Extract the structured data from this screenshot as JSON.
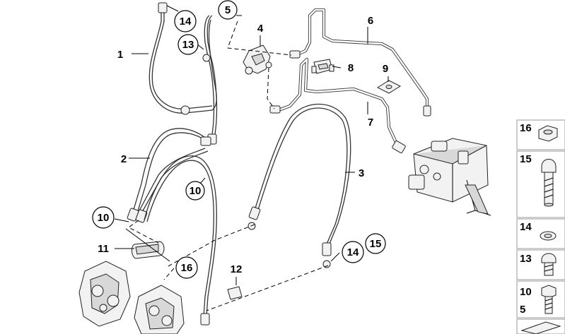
{
  "callouts": [
    {
      "label": "1",
      "circled": false
    },
    {
      "label": "2",
      "circled": false
    },
    {
      "label": "3",
      "circled": false
    },
    {
      "label": "4",
      "circled": false
    },
    {
      "label": "5",
      "circled": true
    },
    {
      "label": "6",
      "circled": false
    },
    {
      "label": "7",
      "circled": false
    },
    {
      "label": "8",
      "circled": false
    },
    {
      "label": "9",
      "circled": false
    },
    {
      "label": "10",
      "circled": true
    },
    {
      "label": "10",
      "circled": true
    },
    {
      "label": "11",
      "circled": false
    },
    {
      "label": "12",
      "circled": false
    },
    {
      "label": "13",
      "circled": true
    },
    {
      "label": "14",
      "circled": true
    },
    {
      "label": "14",
      "circled": true
    },
    {
      "label": "15",
      "circled": true
    },
    {
      "label": "16",
      "circled": true
    }
  ],
  "side_panel": [
    {
      "labels": [
        "16"
      ],
      "icon": "hex-nut-icon"
    },
    {
      "labels": [
        "15"
      ],
      "icon": "banjo-bolt-icon"
    },
    {
      "labels": [
        "14"
      ],
      "icon": "sealing-ring-icon"
    },
    {
      "labels": [
        "13"
      ],
      "icon": "hollow-bolt-icon"
    },
    {
      "labels": [
        "10",
        "5"
      ],
      "icon": "hex-bolt-icon"
    },
    {
      "labels": [
        ""
      ],
      "icon": "shim-plate-icon"
    }
  ]
}
